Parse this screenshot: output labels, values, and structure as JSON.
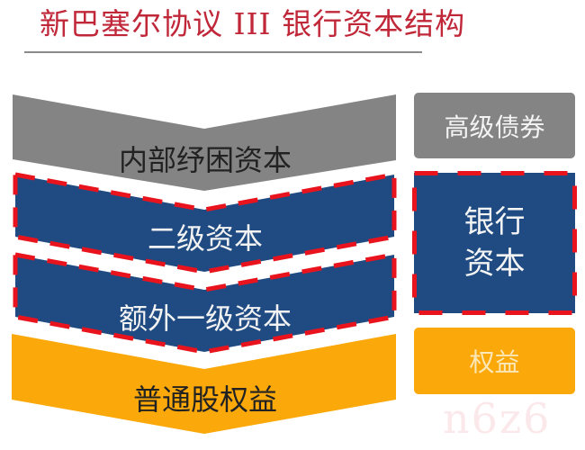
{
  "title": "新巴塞尔协议 III 银行资本结构",
  "colors": {
    "title": "#c0283a",
    "gray": "#848484",
    "blue": "#1f4b82",
    "orange": "#fba90a",
    "dash_red": "#e8131d"
  },
  "left_stack": {
    "layers": [
      {
        "label": "内部纾困资本",
        "color": "gray",
        "dashed": false
      },
      {
        "label": "二级资本",
        "color": "blue",
        "dashed": true
      },
      {
        "label": "额外一级资本",
        "color": "blue",
        "dashed": true
      },
      {
        "label": "普通股权益",
        "color": "orange",
        "dashed": false
      }
    ]
  },
  "right_stack": {
    "boxes": [
      {
        "label": "高级债券",
        "color": "gray",
        "dashed": false
      },
      {
        "label_line1": "银行",
        "label_line2": "资本",
        "color": "blue",
        "dashed": true
      },
      {
        "label": "权益",
        "color": "orange",
        "dashed": false
      }
    ]
  },
  "watermark": "n6z6"
}
